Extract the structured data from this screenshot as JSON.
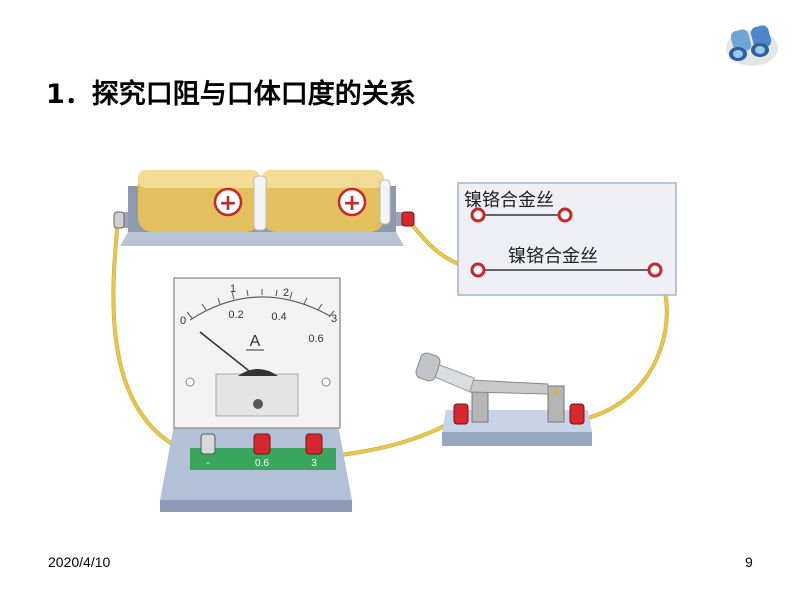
{
  "slide": {
    "title": "1．探究口阻与口体口度的关系",
    "date": "2020/4/10",
    "page_number": "9"
  },
  "diagram": {
    "wire_board": {
      "top_label": "镍铬合金丝",
      "bottom_label": "镍铬合金丝"
    },
    "ammeter": {
      "unit_label": "A",
      "upper_scale": [
        "0",
        "1",
        "2",
        "3"
      ],
      "lower_scale": [
        "0.2",
        "0.4",
        "0.6"
      ],
      "terminals": [
        "-",
        "0.6",
        "3"
      ]
    },
    "battery": {
      "cell_symbols": [
        "+",
        "+"
      ]
    },
    "colors": {
      "wire": "#e9c64a",
      "terminal_red": "#d7282f",
      "battery_gold": "#e3c05d",
      "base_blue": "#c7d3e6",
      "base_green": "#3aa55c"
    }
  }
}
